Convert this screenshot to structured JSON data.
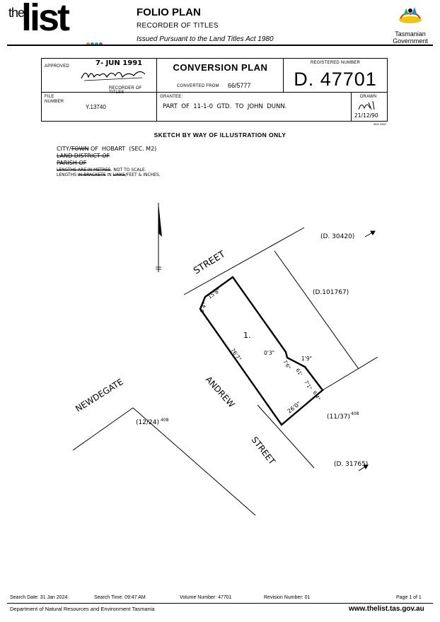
{
  "header": {
    "logo_prefix": "the",
    "logo_word": "list",
    "title": "FOLIO PLAN",
    "subtitle": "RECORDER OF TITLES",
    "act": "Issued Pursuant to the Land Titles Act 1980",
    "gov_line1": "Tasmanian",
    "gov_line2": "Government",
    "dot_colors": [
      "#e67e22",
      "#2e86c1",
      "#27ae60",
      "#8e44ad"
    ]
  },
  "title_block": {
    "approved_label": "APPROVED",
    "approved_date": "7- JUN 1991",
    "recorder_label": "RECORDER OF TITLES",
    "plan_type": "CONVERSION PLAN",
    "converted_label": "CONVERTED FROM",
    "converted_value": "66/5777",
    "registered_label": "REGISTERED NUMBER",
    "registered_value": "D. 47701",
    "file_label_1": "FILE",
    "file_label_2": "NUMBER",
    "file_value": "Y.13740",
    "grantee_label": "GRANTEE:",
    "grantee_value": "PART  OF  11-1-0  GTD.  TO  JOHN  DUNN.",
    "drawn_label": "DRAWN",
    "drawn_date": "21/12/90",
    "ref_code": "06/4 2982"
  },
  "sketch_title": "SKETCH BY WAY OF ILLUSTRATION ONLY",
  "notes": {
    "city_1": "CITY/",
    "city_strike": "TOWN",
    "city_2": " OF  HOBART  (SEC. M2)",
    "land_district": "LAND DISTRICT OF",
    "parish": "PARISH OF",
    "metres_strike": "LENGTHS ARE IN METRES",
    "metres_rest": ". NOT TO SCALE.",
    "lengths_1": "LENGTHS ",
    "lengths_strike1": "IN BRACKETS",
    "lengths_2": " IN ",
    "lengths_strike2": "LINKS",
    "lengths_3": "/FEET & INCHES."
  },
  "plan": {
    "street_top": "STREET",
    "street_newdegate": "NEWDEGATE",
    "street_andrew": "ANDREW",
    "street_bottom": "STREET",
    "lot": "1.",
    "ref_d30420": "(D. 30420)",
    "ref_d101767": "(D.101767)",
    "ref_d31765": "(D. 31765)",
    "ref_1224": "(12/24)",
    "ref_1137": "(11/37)",
    "ref_408a": "408",
    "ref_408b": "408",
    "dim_158": "15'8\"",
    "dim_64a": "6'4\"",
    "dim_767": "76'7\"",
    "dim_03": "0'3\"",
    "dim_19": "1'9\"",
    "dim_76": "7'6\"",
    "dim_61": "61'",
    "dim_71": "7'1\"",
    "dim_64b": "6'4\"",
    "dim_260": "26'0\""
  },
  "footer": {
    "search_date": "Search Date: 31 Jan 2024",
    "search_time": "Search Time: 09:47 AM",
    "volume": "Volume Number: 47701",
    "revision": "Revision Number: 01",
    "page": "Page 1 of  1",
    "department": "Department of Natural Resources and Environment Tasmania",
    "website": "www.thelist.tas.gov.au"
  }
}
